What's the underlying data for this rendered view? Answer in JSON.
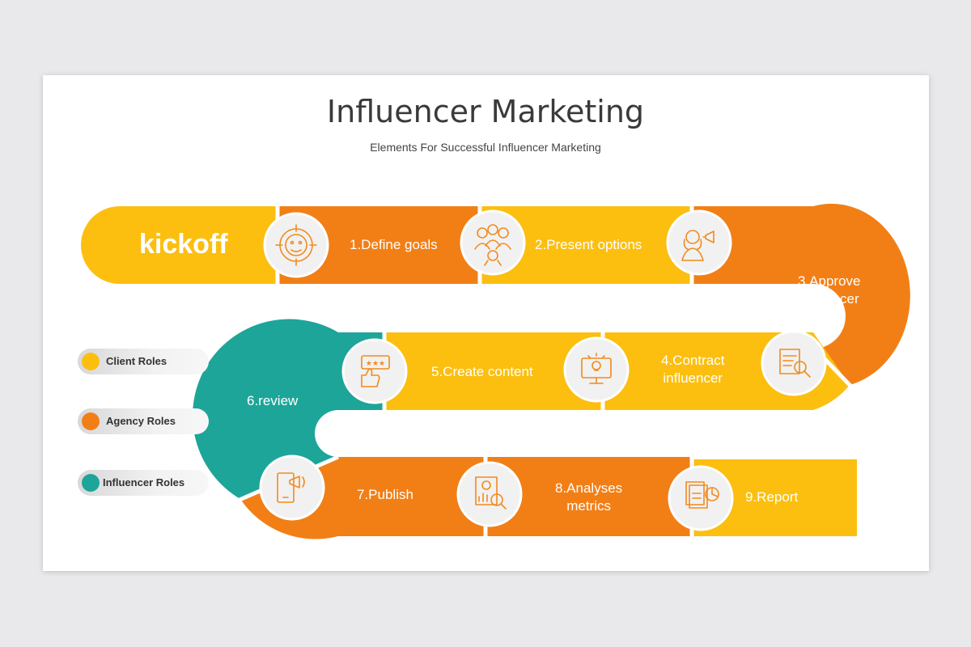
{
  "title": "Influencer Marketing",
  "subtitle": "Elements For Successful Influencer Marketing",
  "kickoff": "kickoff",
  "colors": {
    "client": "#fcbf10",
    "agency": "#f27f16",
    "influencer": "#1da599",
    "icon_stroke": "#f28a1e"
  },
  "steps": [
    {
      "label": "1.Define goals",
      "icon": "target-face-icon"
    },
    {
      "label": "2.Present options",
      "icon": "people-group-icon"
    },
    {
      "label_line1": "3.Approve",
      "label_line2": "influencer",
      "icon": "woman-megaphone-icon"
    },
    {
      "label_line1": "4.Contract",
      "label_line2": "influencer",
      "icon": "document-search-icon"
    },
    {
      "label": "5.Create content",
      "icon": "monitor-bulb-icon"
    },
    {
      "label": "6.review",
      "icon": "thumbs-up-stars-icon"
    },
    {
      "label": "7.Publish",
      "icon": "phone-megaphone-icon"
    },
    {
      "label_line1": "8.Analyses",
      "label_line2": "metrics",
      "icon": "analytics-report-icon"
    },
    {
      "label": "9.Report",
      "icon": "pie-chart-docs-icon"
    }
  ],
  "legend": [
    {
      "label": "Client Roles",
      "color": "#fcbf10"
    },
    {
      "label": "Agency Roles",
      "color": "#f27f16"
    },
    {
      "label": "Influencer Roles",
      "color": "#1da599"
    }
  ]
}
